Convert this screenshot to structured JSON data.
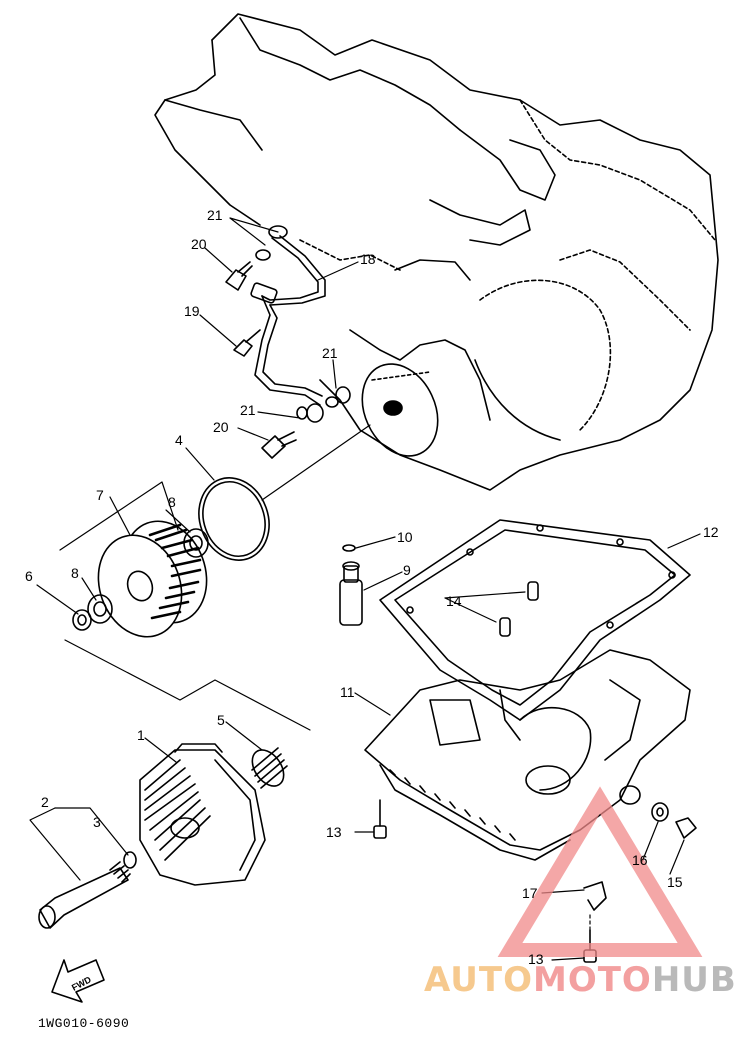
{
  "callouts": [
    {
      "id": "p1",
      "label": "1"
    },
    {
      "id": "p2",
      "label": "2"
    },
    {
      "id": "p3",
      "label": "3"
    },
    {
      "id": "p4",
      "label": "4"
    },
    {
      "id": "p5",
      "label": "5"
    },
    {
      "id": "p6",
      "label": "6"
    },
    {
      "id": "p7",
      "label": "7"
    },
    {
      "id": "p8a",
      "label": "8"
    },
    {
      "id": "p8b",
      "label": "8"
    },
    {
      "id": "p9",
      "label": "9"
    },
    {
      "id": "p10",
      "label": "10"
    },
    {
      "id": "p11",
      "label": "11"
    },
    {
      "id": "p12",
      "label": "12"
    },
    {
      "id": "p13a",
      "label": "13"
    },
    {
      "id": "p13b",
      "label": "13"
    },
    {
      "id": "p14",
      "label": "14"
    },
    {
      "id": "p15",
      "label": "15"
    },
    {
      "id": "p16",
      "label": "16"
    },
    {
      "id": "p17",
      "label": "17"
    },
    {
      "id": "p18",
      "label": "18"
    },
    {
      "id": "p19",
      "label": "19"
    },
    {
      "id": "p20a",
      "label": "20"
    },
    {
      "id": "p20b",
      "label": "20"
    },
    {
      "id": "p21a",
      "label": "21"
    },
    {
      "id": "p21b",
      "label": "21"
    },
    {
      "id": "p21c",
      "label": "21"
    }
  ],
  "diagram_code": "1WG010-6090",
  "fwd_label": "FWD",
  "watermark": {
    "part1": "AUTO",
    "part2": "MOTO",
    "part3": "HUB"
  }
}
